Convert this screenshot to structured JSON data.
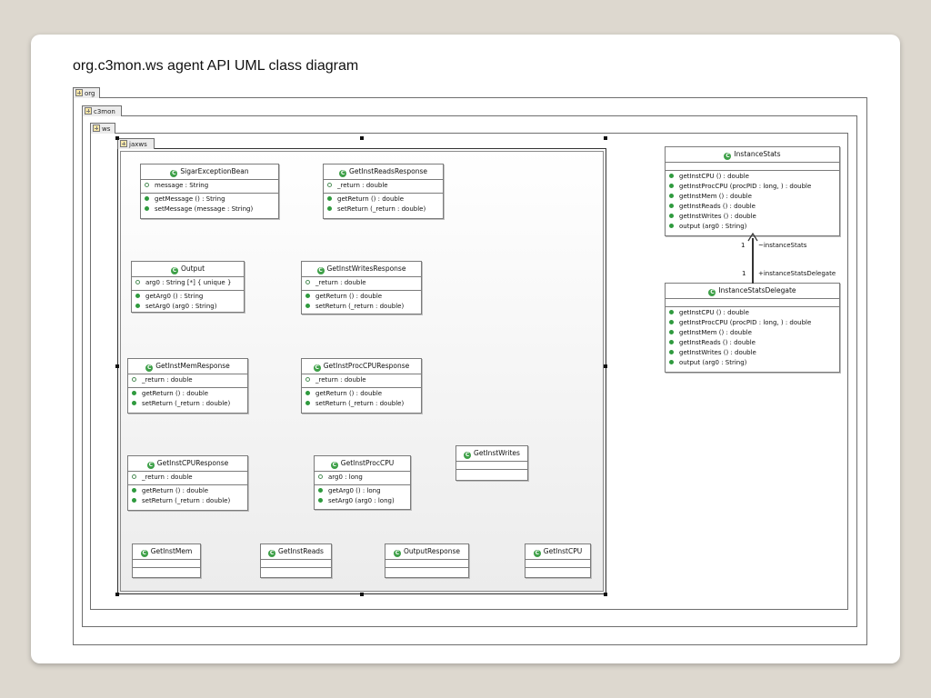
{
  "title": "org.c3mon.ws agent API UML class diagram",
  "packages": [
    {
      "name": "org"
    },
    {
      "name": "c3mon"
    },
    {
      "name": "ws"
    },
    {
      "name": "jaxws"
    }
  ],
  "class_icon_glyph": "C",
  "icons": {
    "class": "green-class-circle-icon",
    "package": "package-icon",
    "attribute": "hollow-green-circle",
    "operation": "filled-green-circle"
  },
  "classes": {
    "sigar_exception_bean": {
      "name": "SigarExceptionBean",
      "attributes": [
        "message   : String"
      ],
      "operations": [
        "getMessage   () : String",
        "setMessage   (message : String)"
      ]
    },
    "get_inst_reads_response": {
      "name": "GetInstReadsResponse",
      "attributes": [
        "_return  : double"
      ],
      "operations": [
        "getReturn  () : double",
        "setReturn  (_return : double)"
      ]
    },
    "output": {
      "name": "Output",
      "attributes": [
        "arg0   : String [*] { unique }"
      ],
      "operations": [
        "getArg0  () : String",
        "setArg0  (arg0 : String)"
      ]
    },
    "get_inst_writes_response": {
      "name": "GetInstWritesResponse",
      "attributes": [
        "_return  : double"
      ],
      "operations": [
        "getReturn  () : double",
        "setReturn  (_return : double)"
      ]
    },
    "get_inst_mem_response": {
      "name": "GetInstMemResponse",
      "attributes": [
        "_return  : double"
      ],
      "operations": [
        "getReturn  () : double",
        "setReturn  (_return : double)"
      ]
    },
    "get_inst_proc_cpu_response": {
      "name": "GetInstProcCPUResponse",
      "attributes": [
        "_return  : double"
      ],
      "operations": [
        "getReturn  () : double",
        "setReturn  (_return : double)"
      ]
    },
    "get_inst_writes": {
      "name": "GetInstWrites",
      "attributes": [],
      "operations": []
    },
    "get_inst_cpu_response": {
      "name": "GetInstCPUResponse",
      "attributes": [
        "_return  : double"
      ],
      "operations": [
        "getReturn  () : double",
        "setReturn  (_return : double)"
      ]
    },
    "get_inst_proc_cpu": {
      "name": "GetInstProcCPU",
      "attributes": [
        "arg0  : long"
      ],
      "operations": [
        "getArg0  () : long",
        "setArg0  (arg0 : long)"
      ]
    },
    "get_inst_mem": {
      "name": "GetInstMem",
      "attributes": [],
      "operations": []
    },
    "get_inst_reads": {
      "name": "GetInstReads",
      "attributes": [],
      "operations": []
    },
    "output_response": {
      "name": "OutputResponse",
      "attributes": [],
      "operations": []
    },
    "get_inst_cpu": {
      "name": "GetInstCPU",
      "attributes": [],
      "operations": []
    },
    "instance_stats": {
      "name": "InstanceStats",
      "attributes": [],
      "operations": [
        "getInstCPU  () : double",
        "getInstProcCPU  (procPID : long, ) : double",
        "getInstMem  () : double",
        "getInstReads   () : double",
        "getInstWrites  () : double",
        "output  (arg0 : String)"
      ]
    },
    "instance_stats_delegate": {
      "name": "InstanceStatsDelegate",
      "attributes": [],
      "operations": [
        "getInstCPU  () : double",
        "getInstProcCPU  (procPID : long, ) : double",
        "getInstMem  () : double",
        "getInstReads   () : double",
        "getInstWrites  () : double",
        "output  (arg0 : String)"
      ]
    }
  },
  "association": {
    "upper_multiplicity": "1",
    "upper_role": "~instanceStats",
    "lower_multiplicity": "1",
    "lower_role": "+instanceStatsDelegate"
  }
}
